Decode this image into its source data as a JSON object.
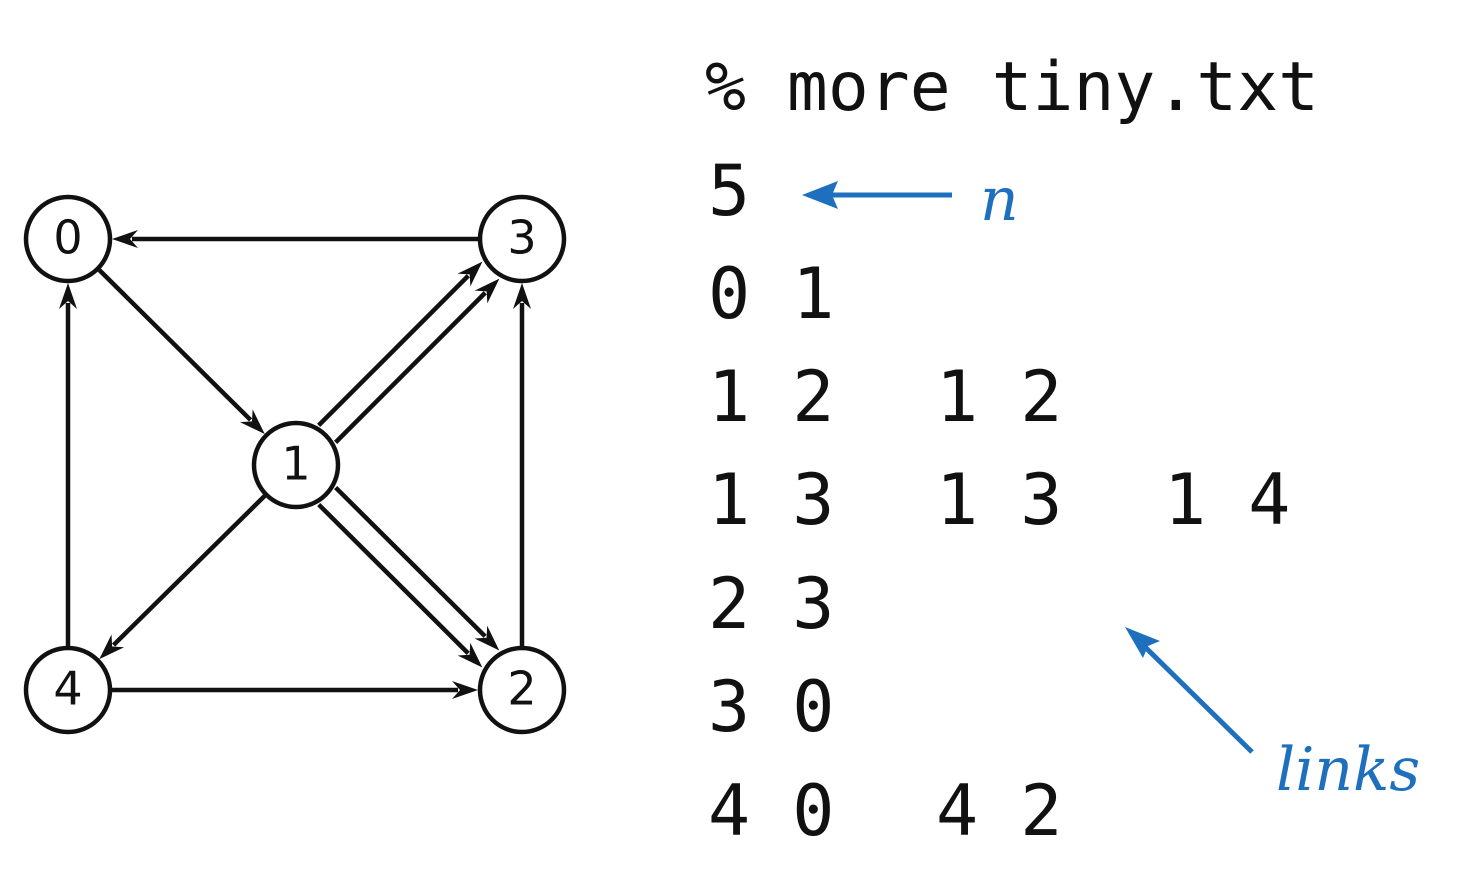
{
  "graph": {
    "nodes": [
      {
        "id": "0",
        "label": "0"
      },
      {
        "id": "1",
        "label": "1"
      },
      {
        "id": "2",
        "label": "2"
      },
      {
        "id": "3",
        "label": "3"
      },
      {
        "id": "4",
        "label": "4"
      }
    ],
    "edges": [
      {
        "from": "0",
        "to": "1"
      },
      {
        "from": "1",
        "to": "2"
      },
      {
        "from": "1",
        "to": "2"
      },
      {
        "from": "1",
        "to": "3"
      },
      {
        "from": "1",
        "to": "3"
      },
      {
        "from": "1",
        "to": "4"
      },
      {
        "from": "2",
        "to": "3"
      },
      {
        "from": "3",
        "to": "0"
      },
      {
        "from": "4",
        "to": "0"
      },
      {
        "from": "4",
        "to": "2"
      }
    ],
    "colors": {
      "ink": "#111111"
    }
  },
  "file": {
    "command": "% more tiny.txt",
    "n_value": "5",
    "lines": [
      [
        "0 1"
      ],
      [
        "1 2",
        "1 2"
      ],
      [
        "1 3",
        "1 3",
        "1 4"
      ],
      [
        "2 3"
      ],
      [
        "3 0"
      ],
      [
        "4 0",
        "4 2"
      ]
    ]
  },
  "annotations": {
    "n_label": "n",
    "links_label": "links",
    "color": "#1f6fbf"
  }
}
